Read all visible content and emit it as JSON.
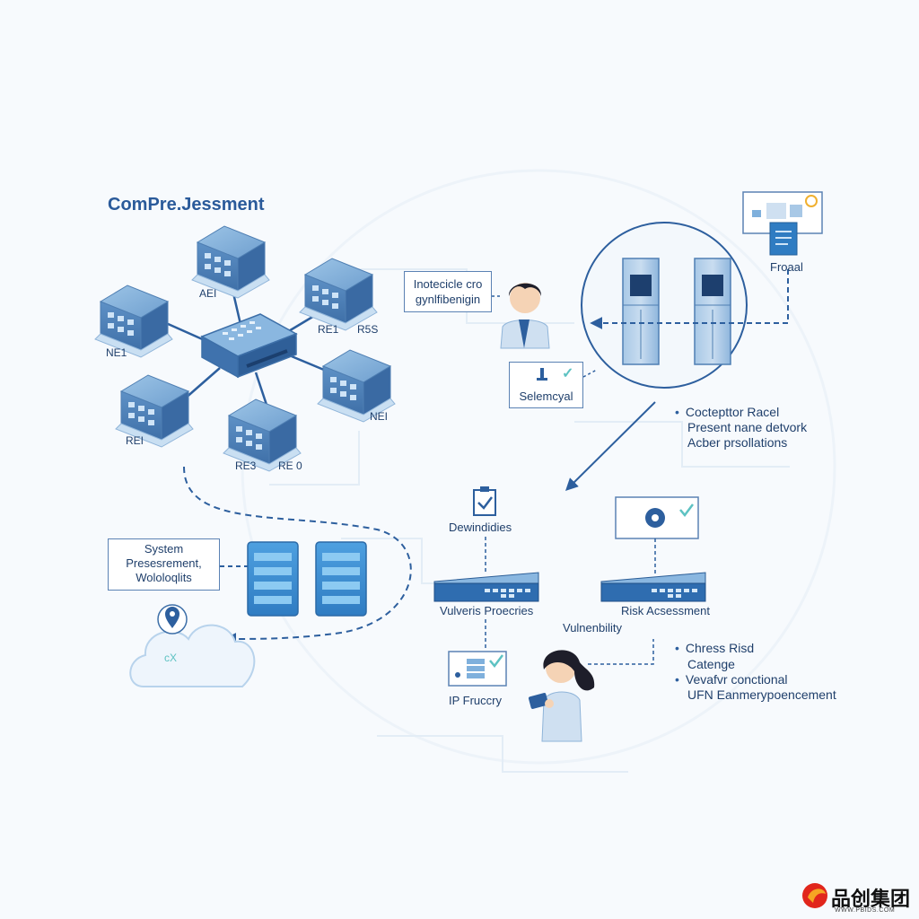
{
  "title": "ComPre.Jessment",
  "servers": {
    "a1": "AEI",
    "b1": "NE1",
    "c1": "RE1",
    "c2": "R5S",
    "d1": "NEI",
    "e1": "REI",
    "f1": "RE3",
    "f2": "RE 0"
  },
  "system_box": [
    "System",
    "Presesrement,",
    "Wololoqlits"
  ],
  "cloud_label": "cX",
  "notice_box": [
    "Inotecicle cro",
    "gynlfibenigin"
  ],
  "selection_label": "Selemcyal",
  "frame_label": "Froaal",
  "right_notes": [
    "Coctepttor Racel",
    "Present nane detvork",
    "Acber prsollations"
  ],
  "devices_label": "Dewindidies",
  "switch_left_label": "Vulveris Proecries",
  "switch_right_label": "Risk Acsessment",
  "vulnerability_label": "Vulnenbility",
  "ip_label": "IP Fruccry",
  "bottom_notes": [
    "Chress Risd",
    "Catenge",
    "Vevafvr conctional",
    "UFN Eanmerypoencement"
  ],
  "brand": {
    "name": "品创集团",
    "url": "WWW.PBIDS.COM"
  },
  "colors": {
    "primary": "#2d5f9e",
    "light": "#7fb0dc",
    "accent": "#5dc2c2"
  }
}
